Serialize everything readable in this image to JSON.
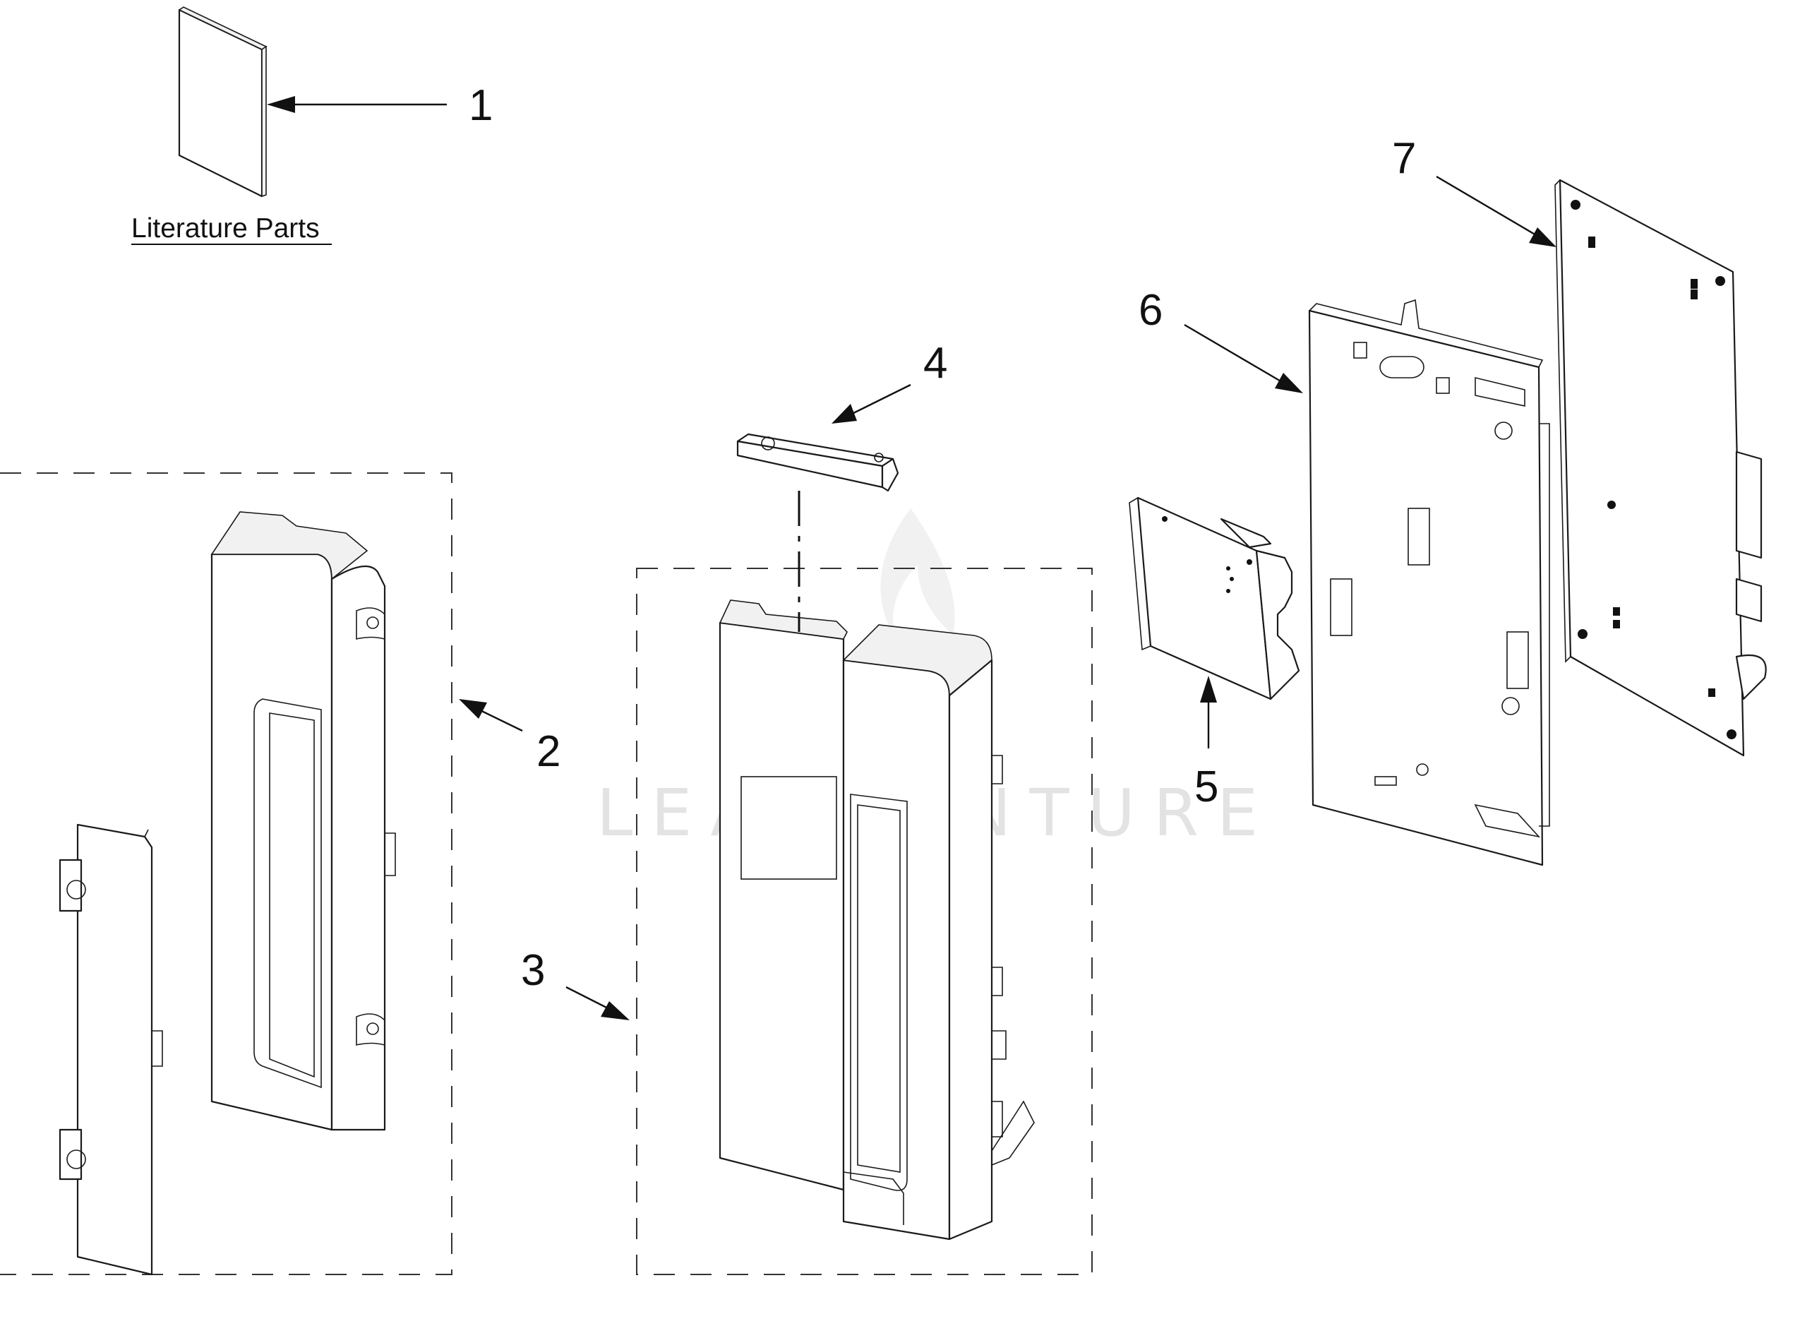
{
  "literature": {
    "label": "Literature Parts"
  },
  "callouts": [
    {
      "id": "1",
      "label": "1"
    },
    {
      "id": "2",
      "label": "2"
    },
    {
      "id": "3",
      "label": "3"
    },
    {
      "id": "4",
      "label": "4"
    },
    {
      "id": "5",
      "label": "5"
    },
    {
      "id": "6",
      "label": "6"
    },
    {
      "id": "7",
      "label": "7"
    }
  ],
  "watermark": {
    "text": "LEADVENTURE"
  },
  "colors": {
    "line": "#1a1a1a",
    "watermark": "#e3e3e3",
    "background": "#ffffff"
  }
}
